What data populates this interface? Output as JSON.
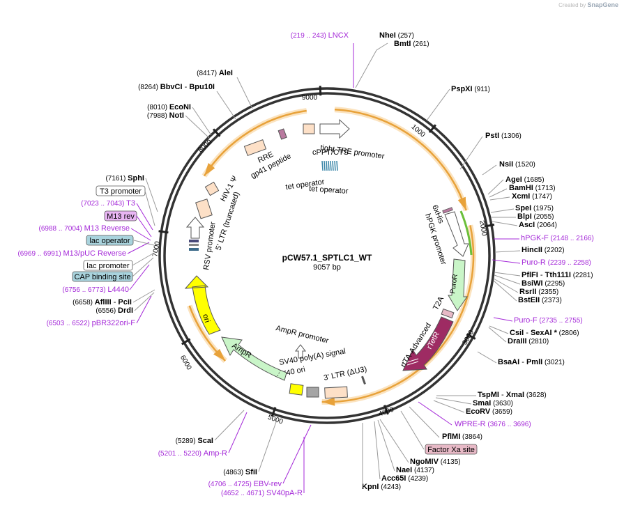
{
  "watermark": {
    "prefix": "Created by",
    "brand": "SnapGene"
  },
  "plasmid": {
    "name": "pCW57.1_SPTLC1_WT",
    "length": "9057 bp"
  },
  "ticks": [
    "9000",
    "1000",
    "2000",
    "3000",
    "4000",
    "5000",
    "6000",
    "7000",
    "8000"
  ],
  "features": [
    {
      "name": "tight TRE promoter",
      "kind": "promoter"
    },
    {
      "name": "cPPT/CTS",
      "kind": "misc"
    },
    {
      "name": "tet operator",
      "kind": "protein_bind"
    },
    {
      "name": "tet operator",
      "kind": "protein_bind"
    },
    {
      "name": "RRE",
      "kind": "misc"
    },
    {
      "name": "gp41 peptide",
      "kind": "misc"
    },
    {
      "name": "HIV-1 Ψ",
      "kind": "misc"
    },
    {
      "name": "5' LTR (truncated)",
      "kind": "ltr"
    },
    {
      "name": "RSV promoter",
      "kind": "promoter"
    },
    {
      "name": "6xHis",
      "kind": "tag"
    },
    {
      "name": "hPGK promoter",
      "kind": "promoter"
    },
    {
      "name": "PuroR",
      "kind": "cds"
    },
    {
      "name": "T2A",
      "kind": "misc"
    },
    {
      "name": "rtTA-Advanced",
      "kind": "cds"
    },
    {
      "name": "rTetR",
      "kind": "cds"
    },
    {
      "name": "AmpR promoter",
      "kind": "promoter"
    },
    {
      "name": "SV40 poly(A) signal",
      "kind": "polyA"
    },
    {
      "name": "SV40 ori",
      "kind": "rep_origin"
    },
    {
      "name": "3' LTR (ΔU3)",
      "kind": "ltr"
    },
    {
      "name": "AmpR",
      "kind": "cds"
    },
    {
      "name": "ori",
      "kind": "rep_origin"
    }
  ],
  "sites": {
    "LNCX": {
      "range": "(219 .. 243)",
      "name": "LNCX"
    },
    "NheI": {
      "name": "NheI",
      "pos": "(257)"
    },
    "BmtI": {
      "name": "BmtI",
      "pos": "(261)"
    },
    "PspXI": {
      "name": "PspXI",
      "pos": "(911)"
    },
    "PstI": {
      "name": "PstI",
      "pos": "(1306)"
    },
    "NsiI": {
      "name": "NsiI",
      "pos": "(1520)"
    },
    "AgeI": {
      "name": "AgeI",
      "pos": "(1685)"
    },
    "BamHI": {
      "name": "BamHI",
      "pos": "(1713)"
    },
    "XcmI": {
      "name": "XcmI",
      "pos": "(1747)"
    },
    "SpeI": {
      "name": "SpeI",
      "pos": "(1975)"
    },
    "BlpI": {
      "name": "BlpI",
      "pos": "(2055)"
    },
    "AscI": {
      "name": "AscI",
      "pos": "(2064)"
    },
    "hPGKF": {
      "name": "hPGK-F",
      "range": "(2148 .. 2166)"
    },
    "HincII": {
      "name": "HincII",
      "pos": "(2202)"
    },
    "PuroR_p": {
      "name": "Puro-R",
      "range": "(2239 .. 2258)"
    },
    "PflFI": {
      "name": "PflFI",
      "sep": " - ",
      "name2": "Tth111I",
      "pos": "(2281)"
    },
    "BsiWI": {
      "name": "BsiWI",
      "pos": "(2295)"
    },
    "RsrII": {
      "name": "RsrII",
      "pos": "(2355)"
    },
    "BstEII": {
      "name": "BstEII",
      "pos": "(2373)"
    },
    "PuroF": {
      "name": "Puro-F",
      "range": "(2735 .. 2755)"
    },
    "CsiI": {
      "name": "CsiI",
      "sep": " - ",
      "name2": "SexAI *",
      "pos": "(2806)"
    },
    "DraIII": {
      "name": "DraIII",
      "pos": "(2810)"
    },
    "BsaAI": {
      "name": "BsaAI",
      "sep": " - ",
      "name2": "PmlI",
      "pos": "(3021)"
    },
    "TspMI": {
      "name": "TspMI",
      "sep": " - ",
      "name2": "XmaI",
      "pos": "(3628)"
    },
    "SmaI": {
      "name": "SmaI",
      "pos": "(3630)"
    },
    "EcoRV": {
      "name": "EcoRV",
      "pos": "(3659)"
    },
    "WPRER": {
      "name": "WPRE-R",
      "range": "(3676 .. 3696)"
    },
    "PflMI": {
      "name": "PflMI",
      "pos": "(3864)"
    },
    "FactorXa": {
      "name": "Factor Xa site"
    },
    "NgoMIV": {
      "name": "NgoMIV",
      "pos": "(4135)"
    },
    "NaeI": {
      "name": "NaeI",
      "pos": "(4137)"
    },
    "Acc65I": {
      "name": "Acc65I",
      "pos": "(4239)"
    },
    "KpnI": {
      "name": "KpnI",
      "pos": "(4243)"
    },
    "ScaI": {
      "name": "ScaI",
      "pos": "(5289)"
    },
    "AmpR_p": {
      "name": "Amp-R",
      "range": "(5201 .. 5220)"
    },
    "SfiI": {
      "name": "SfiI",
      "pos": "(4863)"
    },
    "EBVrev": {
      "name": "EBV-rev",
      "range": "(4706 .. 4725)"
    },
    "SV40pAR": {
      "name": "SV40pA-R",
      "range": "(4652 .. 4671)"
    },
    "pBR322": {
      "name": "pBR322ori-F",
      "range": "(6503 .. 6522)"
    },
    "DrdI": {
      "name": "DrdI",
      "pos": "(6556)"
    },
    "AflIII": {
      "name": "AflIII",
      "sep": " - ",
      "name2": "PciI",
      "pos": "(6658)"
    },
    "L4440": {
      "name": "L4440",
      "range": "(6756 .. 6773)"
    },
    "CAP": {
      "name": "CAP binding site"
    },
    "lacP": {
      "name": "lac promoter"
    },
    "M13pUC": {
      "name": "M13/pUC Reverse",
      "range": "(6969 .. 6991)"
    },
    "lacO": {
      "name": "lac operator"
    },
    "M13Rev": {
      "name": "M13 Reverse",
      "range": "(6988 .. 7004)"
    },
    "M13rev": {
      "name": "M13 rev"
    },
    "T3": {
      "name": "T3",
      "range": "(7023 .. 7043)"
    },
    "T3P": {
      "name": "T3 promoter"
    },
    "SphI": {
      "name": "SphI",
      "pos": "(7161)"
    },
    "NotI": {
      "name": "NotI",
      "pos": "(7988)"
    },
    "EcoNI": {
      "name": "EcoNI",
      "pos": "(8010)"
    },
    "BbvCI": {
      "name": "BbvCI",
      "sep": " - ",
      "name2": "Bpu10I",
      "pos": "(8264)"
    },
    "AleI": {
      "name": "AleI",
      "pos": "(8417)"
    }
  },
  "colors": {
    "backbone": "#333333",
    "arc": "#e8a23a",
    "arc_glow": "#fbe3bf",
    "primer": "#a428d8",
    "amp": "#c9f5c8",
    "ori": "#ffff00",
    "rtta": "#9e2b63",
    "ltr": "#fde0c7",
    "pink_box": "#e7b9c6",
    "teal_box": "#a9d3dd",
    "lilac_box": "#e8b5f3"
  }
}
